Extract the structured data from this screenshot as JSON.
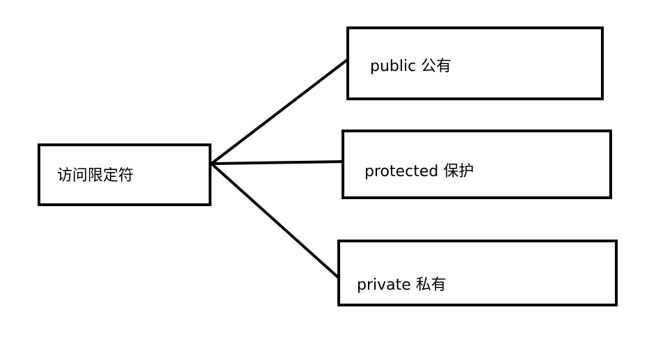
{
  "diagram": {
    "root": {
      "label": "访问限定符"
    },
    "children": [
      {
        "key": "public",
        "label": "public  公有"
      },
      {
        "key": "protected",
        "label": "protected 保护"
      },
      {
        "key": "private",
        "label": "private  私有"
      }
    ],
    "colors": {
      "line": "#000000",
      "background": "#ffffff",
      "text": "#000000"
    }
  }
}
